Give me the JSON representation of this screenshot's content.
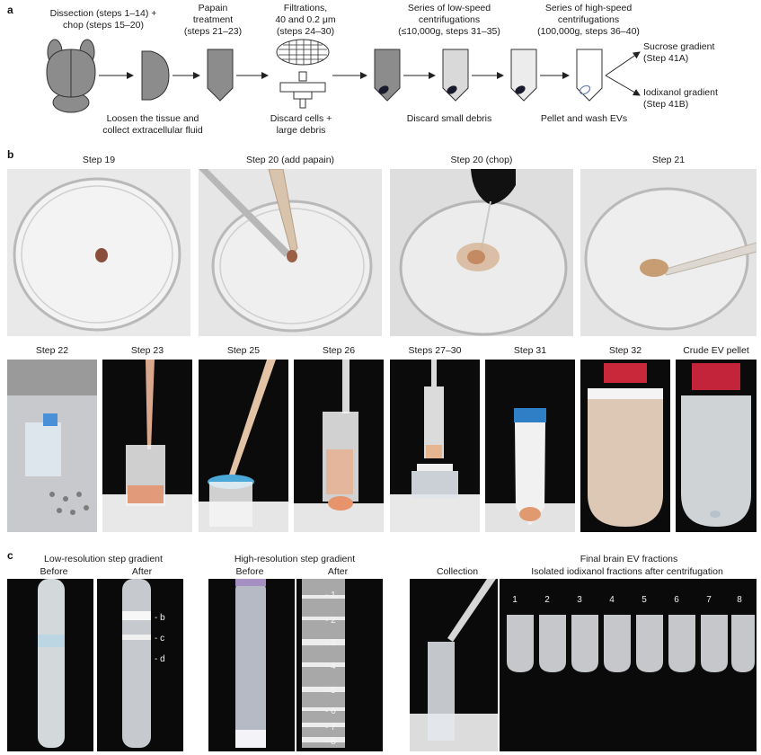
{
  "panel_a": {
    "letter": "a",
    "top_labels": [
      {
        "line1": "Dissection (steps 1–14) +",
        "line2": "chop (steps 15–20)"
      },
      {
        "line1": "Papain",
        "line2": "treatment",
        "line3": "(steps 21–23)"
      },
      {
        "line1": "Filtrations,",
        "line2": "40 and 0.2 μm",
        "line3": "(steps 24–30)"
      },
      {
        "line1": "Series of low-speed",
        "line2": "centrifugations",
        "line3": "(≤10,000g, steps 31–35)"
      },
      {
        "line1": "Series of high-speed",
        "line2": "centrifugations",
        "line3": "(100,000g, steps 36–40)"
      }
    ],
    "branch_labels": [
      {
        "line1": "Sucrose gradient",
        "line2": "(Step 41A)"
      },
      {
        "line1": "Iodixanol gradient",
        "line2": "(Step 41B)"
      }
    ],
    "bottom_labels": [
      {
        "line1": "Loosen the tissue and",
        "line2": "collect extracellular fluid"
      },
      {
        "line1": "Discard cells +",
        "line2": "large debris"
      },
      {
        "line1": "Discard small debris"
      },
      {
        "line1": "Pellet and wash EVs"
      }
    ]
  },
  "panel_b": {
    "letter": "b",
    "row1": [
      "Step 19",
      "Step 20 (add papain)",
      "Step 20 (chop)",
      "Step 21"
    ],
    "row2": [
      "Step 22",
      "Step 23",
      "Step 25",
      "Step 26",
      "Steps 27–30",
      "Step 31",
      "Step 32",
      "Crude EV pellet"
    ]
  },
  "panel_c": {
    "letter": "c",
    "low_title": "Low-resolution step gradient",
    "low_before": "Before",
    "low_after": "After",
    "low_marks": [
      "- b",
      "- c",
      "- d"
    ],
    "high_title": "High-resolution step gradient",
    "high_before": "Before",
    "high_after": "After",
    "high_marks": [
      "- 1",
      "- 2",
      "- 3",
      "- 4",
      "- 5",
      "- 6",
      "- 7",
      "- 8"
    ],
    "final_title": "Final brain EV fractions",
    "collection": "Collection",
    "isolated": "Isolated iodixanol fractions after centrifugation",
    "fractions": [
      "1",
      "2",
      "3",
      "4",
      "5",
      "6",
      "7",
      "8"
    ]
  },
  "colors": {
    "tube_gray": "#8c8c8c",
    "tube_light": "#d9d9d9",
    "pellet": "#1a1a2e",
    "ev_pellet_outline": "#6a7fb0",
    "photo_black": "#0b0b0b",
    "photo_white": "#eeeeee"
  }
}
